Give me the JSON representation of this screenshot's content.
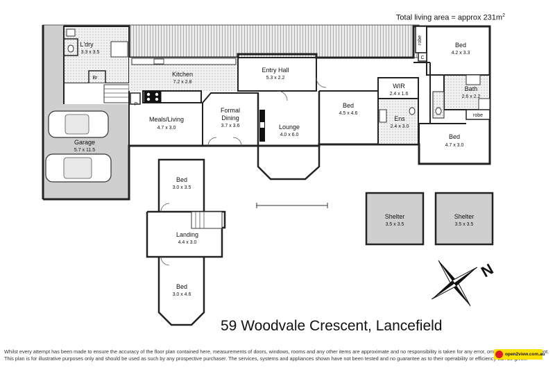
{
  "header": {
    "total_area_label": "Total living area = approx 231m",
    "area_unit_sup": "2"
  },
  "rooms": {
    "laundry": {
      "name": "L'dry",
      "dims": "3.3 x 3.5"
    },
    "br": {
      "name": "Br"
    },
    "kitchen": {
      "name": "Kitchen",
      "dims": "7.2 x 2.8"
    },
    "entry_hall": {
      "name": "Entry Hall",
      "dims": "5.3 x 2.2"
    },
    "robe_top": {
      "name": "robe"
    },
    "bed_top_right": {
      "name": "Bed",
      "dims": "4.2 x 3.3"
    },
    "c": {
      "name": "C"
    },
    "wir": {
      "name": "WIR",
      "dims": "2.4 x 1.6"
    },
    "bath": {
      "name": "Bath",
      "dims": "2.6 x 2.2"
    },
    "pantry": {
      "name": "P"
    },
    "meals_living": {
      "name": "Meals/Living",
      "dims": "4.7 x 3.0"
    },
    "formal_dining": {
      "name1": "Formal",
      "name2": "Dining",
      "dims": "3.7 x 3.6"
    },
    "bed_master": {
      "name": "Bed",
      "dims": "4.5 x 4.6"
    },
    "ens": {
      "name": "Ens",
      "dims": "2.4 x 3.0"
    },
    "robe_right": {
      "name": "robe"
    },
    "bed_right": {
      "name": "Bed",
      "dims": "4.7 x 3.0"
    },
    "lounge": {
      "name": "Lounge",
      "dims": "4.0 x 6.0"
    },
    "garage": {
      "name": "Garage",
      "dims": "5.7 x 11.5"
    },
    "bed_upper": {
      "name": "Bed",
      "dims": "3.0 x 3.5"
    },
    "landing": {
      "name": "Landing",
      "dims": "4.4 x 3.0"
    },
    "bed_lower": {
      "name": "Bed",
      "dims": "3.0 x 4.6"
    },
    "shelter1": {
      "name": "Shelter",
      "dims": "3.5 x 3.5"
    },
    "shelter2": {
      "name": "Shelter",
      "dims": "3.5 x 3.5"
    }
  },
  "compass": {
    "letter": "N"
  },
  "address": "59 Woodvale Crescent, Lancefield",
  "disclaimer": {
    "line1": "Whilst every attempt has been made to ensure the accuracy of the floor plan contained here, measurements of doors, windows, rooms and any other items are approximate and no responsibility is taken for any error, omission, or mis-statement.",
    "line2": "This plan is for illustrative purposes only and should be used as such by any prospective purchaser. The services, systems and appliances shown have not been tested and no guarantee as to their operability or efficiency can be given."
  },
  "brand": {
    "name": "open2view.com.au"
  },
  "colors": {
    "wall": "#222222",
    "outdoor_fill": "#cfcfcf",
    "wet_area_fill": "#ececec",
    "brand_yellow": "#ffe100",
    "brand_red": "#e01b24"
  }
}
